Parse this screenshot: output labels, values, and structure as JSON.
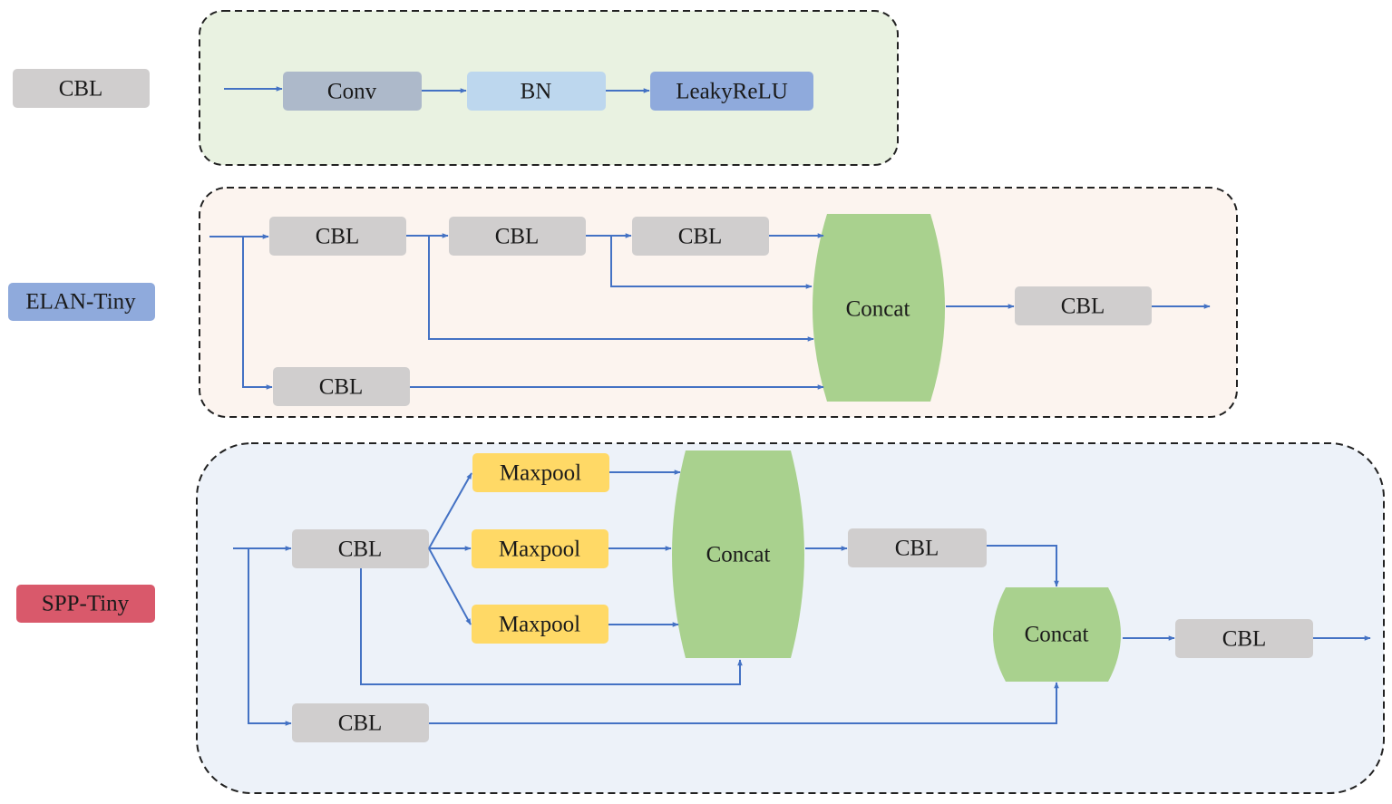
{
  "colors": {
    "cbl_grey": "#d0cece",
    "conv": "#adb9ca",
    "bn": "#bdd7ee",
    "leaky": "#8faadc",
    "maxpool": "#ffd966",
    "concat": "#a9d18e",
    "arrow": "#4472c4",
    "panel_cbl_fill": "#e9f2e1",
    "panel_elan_fill": "#fcf4ef",
    "panel_spp_fill": "#edf2f9",
    "legend_elan": "#8faadc",
    "legend_spp": "#d9596b"
  },
  "legend": {
    "cbl": "CBL",
    "elan": "ELAN-Tiny",
    "spp": "SPP-Tiny"
  },
  "cbl_panel": {
    "conv": "Conv",
    "bn": "BN",
    "leaky": "LeakyReLU"
  },
  "elan_panel": {
    "cbl_1": "CBL",
    "cbl_2": "CBL",
    "cbl_3": "CBL",
    "cbl_bottom": "CBL",
    "concat": "Concat",
    "cbl_out": "CBL"
  },
  "spp_panel": {
    "cbl_in": "CBL",
    "maxpool_1": "Maxpool",
    "maxpool_2": "Maxpool",
    "maxpool_3": "Maxpool",
    "concat_1": "Concat",
    "cbl_mid": "CBL",
    "concat_2": "Concat",
    "cbl_bottom": "CBL",
    "cbl_out": "CBL"
  }
}
